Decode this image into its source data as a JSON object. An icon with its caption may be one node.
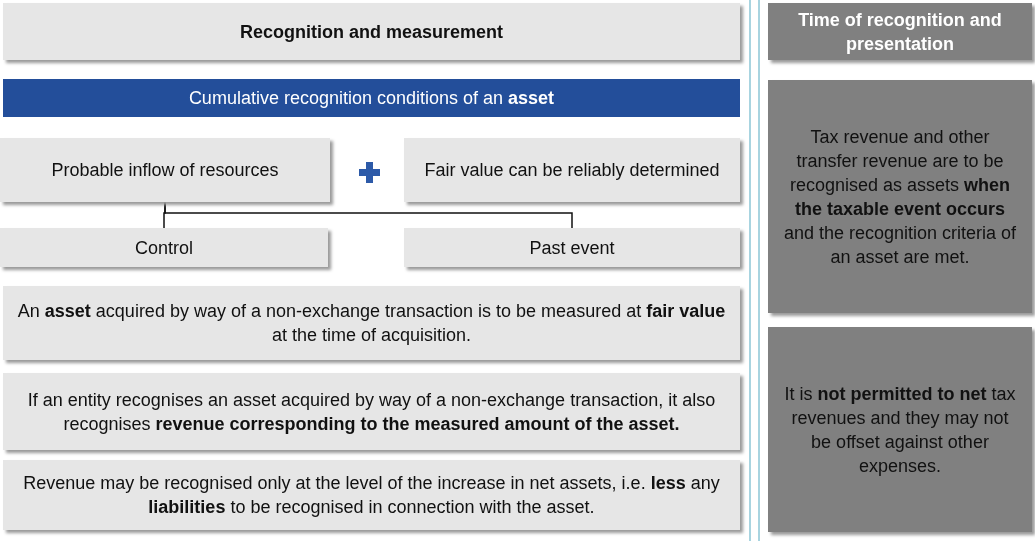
{
  "diagram": {
    "nodes": [
      {
        "text": [
          "Recognition and measurement"
        ]
      },
      {
        "text": [
          "Cumulative recognition conditions of an **asset**"
        ]
      },
      {
        "text": [
          "Probable inflow of resources"
        ]
      },
      {
        "text": [
          "Fair value can be reliably determined"
        ]
      },
      {
        "text": [
          "Control"
        ]
      },
      {
        "text": [
          "Past event"
        ]
      },
      {
        "text": [
          "An **asset** acquired by way of a non-exchange transaction is to be measured at **fair value** at the time of acquisition."
        ]
      },
      {
        "text": [
          "If an entity recognises an asset acquired by way of a non-exchange transaction, it also recognises **revenue corresponding to the measured amount of the asset.**"
        ]
      },
      {
        "text": [
          "Revenue may be recognised only at the level of the increase in net assets, i.e. **less** any **liabilities** to be recognised in connection with the asset."
        ]
      },
      {
        "text": [
          "Time of recognition and presentation"
        ]
      },
      {
        "text": [
          "Tax revenue and other transfer revenue are to be recognised as assets **when the taxable event occurs** and the recognition criteria of an asset are met."
        ]
      },
      {
        "text": [
          "It is **not permitted to net** tax revenues and they may not be offset against other expenses."
        ]
      }
    ],
    "edges": [
      {
        "from": 2,
        "to": 4,
        "arrow": "none"
      },
      {
        "from": 2,
        "to": 5,
        "arrow": "none"
      }
    ]
  }
}
